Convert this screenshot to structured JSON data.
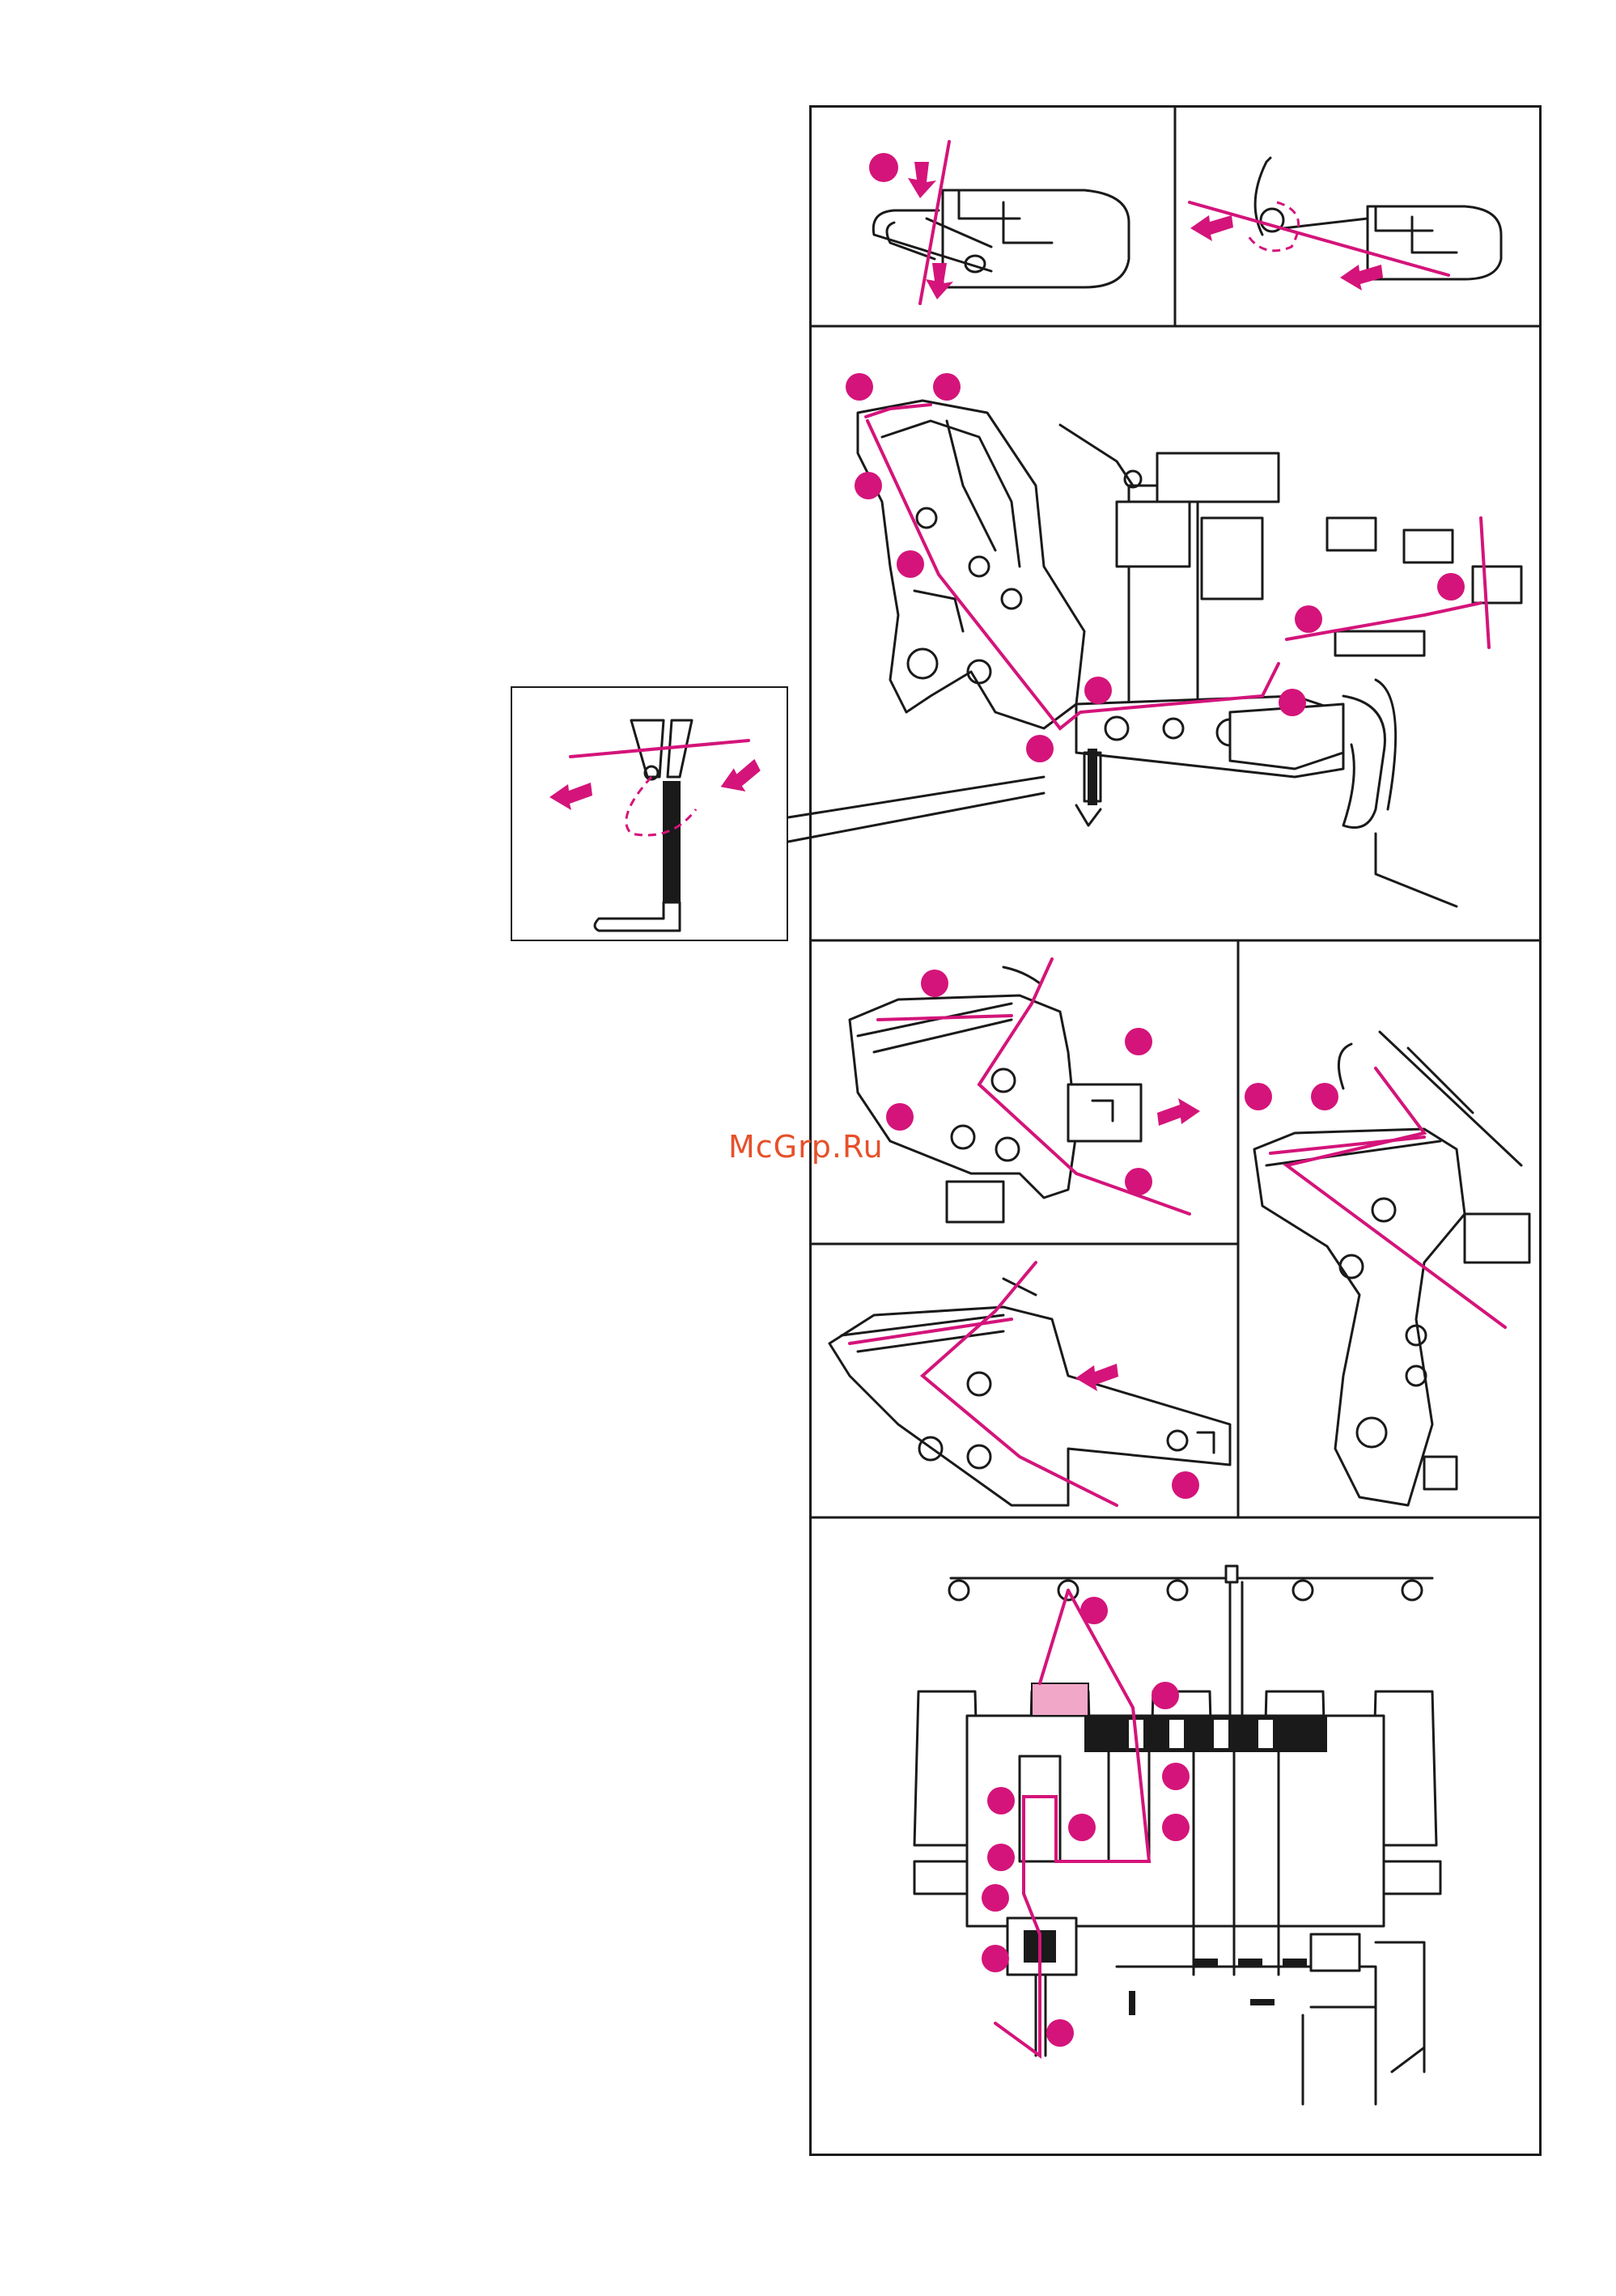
{
  "watermark": {
    "text": "McGrp.Ru"
  },
  "colors": {
    "accent": "#d4147a",
    "ink": "#1a1a1a"
  },
  "figures": [
    {
      "id": "looper-guide-a",
      "callouts": 1
    },
    {
      "id": "looper-guide-b",
      "callouts": 0
    },
    {
      "id": "lower-looper-threading",
      "callouts": 8
    },
    {
      "id": "tension-spring-inset",
      "callouts": 0
    },
    {
      "id": "upper-looper-thread-up",
      "callouts": 3
    },
    {
      "id": "upper-looper-thread-angle",
      "callouts": 2
    },
    {
      "id": "upper-looper-return",
      "callouts": 1
    },
    {
      "id": "needle-threading-overview",
      "callouts": 9
    }
  ]
}
